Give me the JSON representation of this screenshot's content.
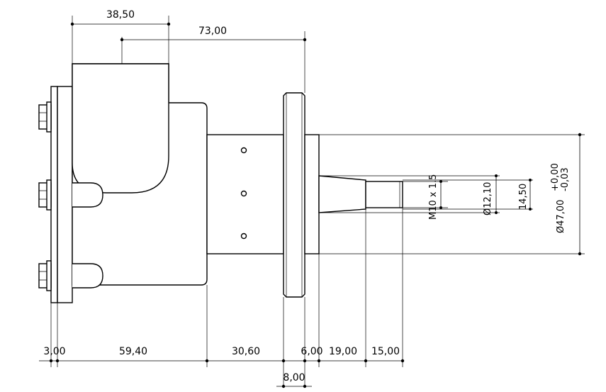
{
  "dimensions": {
    "top_width": "38,50",
    "overall_top": "73,00",
    "flange_plate": "3,00",
    "body_length": "59,40",
    "nose_length": "30,60",
    "flange_thickness": "8,00",
    "spigot_length": "6,00",
    "taper_length": "19,00",
    "thread_length": "15,00",
    "thread_spec": "M10 x 1.5",
    "taper_diameter": "Ø12,10",
    "thread_major": "14,50",
    "spigot_diameter": "Ø47,00",
    "tol_upper": "+0,00",
    "tol_lower": "-0,03"
  }
}
